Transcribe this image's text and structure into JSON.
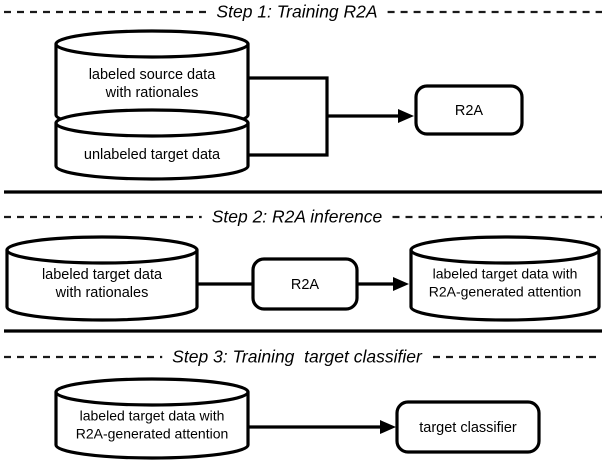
{
  "figure": {
    "type": "flow-diagram",
    "background_color": "#ffffff",
    "stroke_color": "#000000"
  },
  "steps": [
    {
      "id": "step-1",
      "title": "Step 1: Training R2A",
      "nodes": [
        {
          "id": "s1-src",
          "shape": "cylinder",
          "line1": "labeled source data",
          "line2": "with rationales"
        },
        {
          "id": "s1-tgt",
          "shape": "cylinder",
          "line1": "unlabeled target data",
          "line2": ""
        },
        {
          "id": "s1-r2a",
          "shape": "rounded-rect",
          "line1": "R2A",
          "line2": ""
        }
      ]
    },
    {
      "id": "step-2",
      "title": "Step 2: R2A inference",
      "nodes": [
        {
          "id": "s2-in",
          "shape": "cylinder",
          "line1": "labeled target data",
          "line2": "with rationales"
        },
        {
          "id": "s2-r2a",
          "shape": "rounded-rect",
          "line1": "R2A",
          "line2": ""
        },
        {
          "id": "s2-out",
          "shape": "cylinder",
          "line1": "labeled target data with",
          "line2": "R2A-generated attention"
        }
      ]
    },
    {
      "id": "step-3",
      "title": "Step 3: Training  target classifier",
      "nodes": [
        {
          "id": "s3-in",
          "shape": "cylinder",
          "line1": "labeled target data with",
          "line2": "R2A-generated attention"
        },
        {
          "id": "s3-clf",
          "shape": "rounded-rect",
          "line1": "target classifier",
          "line2": ""
        }
      ]
    }
  ]
}
